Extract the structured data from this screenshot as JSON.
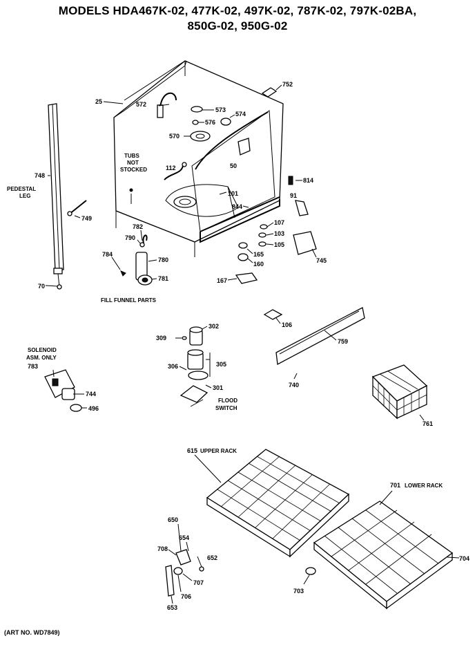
{
  "title": {
    "line1": "MODELS HDA467K-02, 477K-02, 497K-02, 787K-02, 797K-02BA,",
    "line2": "850G-02, 950G-02"
  },
  "captions": {
    "tubs_not_stocked": [
      "TUBS",
      "NOT",
      "STOCKED"
    ],
    "pedestal_leg": [
      "PEDESTAL",
      "LEG"
    ],
    "fill_funnel_parts": "FILL FUNNEL PARTS",
    "solenoid_asm_only": [
      "SOLENOID",
      "ASM. ONLY"
    ],
    "flood_switch": [
      "FLOOD",
      "SWITCH"
    ],
    "upper_rack": "UPPER RACK",
    "lower_rack": "LOWER RACK"
  },
  "parts": {
    "p25": "25",
    "p572": "572",
    "p573": "573",
    "p574": "574",
    "p576": "576",
    "p570": "570",
    "p50": "50",
    "p752": "752",
    "p112": "112",
    "p101": "101",
    "p844": "844",
    "p814": "814",
    "p91": "91",
    "p748": "748",
    "p749": "749",
    "p782": "782",
    "p790": "790",
    "p784": "784",
    "p780": "780",
    "p781": "781",
    "p70": "70",
    "p107": "107",
    "p103": "103",
    "p105": "105",
    "p165": "165",
    "p160": "160",
    "p167": "167",
    "p745": "745",
    "p106": "106",
    "p759": "759",
    "p740": "740",
    "p309": "309",
    "p302": "302",
    "p306": "306",
    "p305": "305",
    "p301": "301",
    "p783": "783",
    "p744": "744",
    "p496": "496",
    "p761": "761",
    "p615": "615",
    "p701": "701",
    "p650": "650",
    "p654": "654",
    "p708": "708",
    "p652": "652",
    "p707": "707",
    "p706": "706",
    "p653": "653",
    "p703": "703",
    "p704": "704"
  },
  "footer": "(ART NO. WD7849)"
}
